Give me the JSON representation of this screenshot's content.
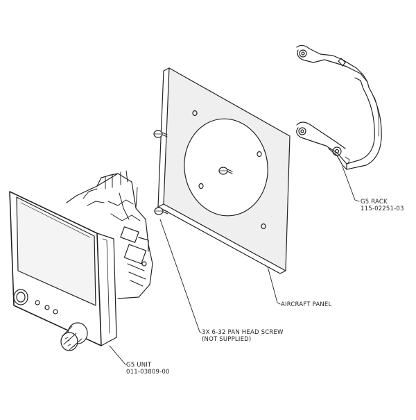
{
  "callouts": {
    "rack": {
      "line1": "G5 RACK",
      "line2": "115-02251-03"
    },
    "panel": {
      "line1": "AIRCRAFT PANEL"
    },
    "screw": {
      "line1": "3X 6-32 PAN HEAD SCREW",
      "line2": "(NOT SUPPLIED)"
    },
    "unit": {
      "line1": "G5 UNIT",
      "line2": "011-03809-00"
    }
  },
  "colors": {
    "line": "#222222",
    "panel_shade": "#efefef",
    "screen": "#f4f4f4"
  }
}
